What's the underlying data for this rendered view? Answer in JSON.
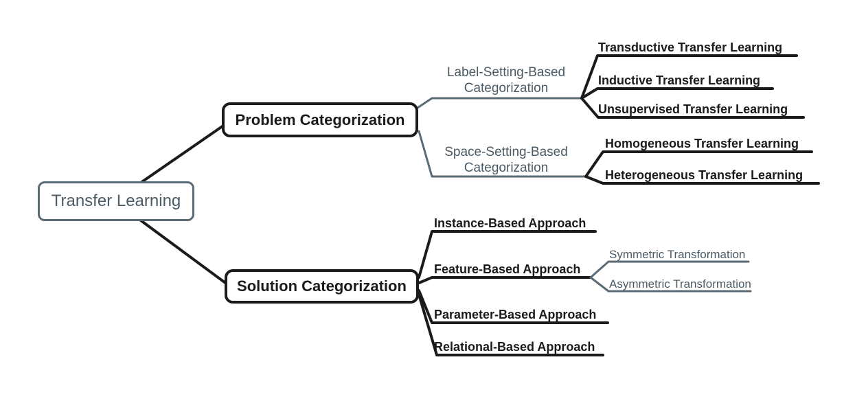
{
  "diagram_title": "Transfer Learning taxonomy mind map",
  "colors": {
    "ink": "#1b1b1b",
    "slate": "#5b6b76",
    "slate_text": "#4b5a64",
    "background": "#ffffff"
  },
  "tree": {
    "label": "Transfer Learning",
    "children": [
      {
        "label": "Problem Categorization",
        "children": [
          {
            "label": "Label-Setting-Based Categorization",
            "children": [
              {
                "label": "Transductive Transfer Learning"
              },
              {
                "label": "Inductive Transfer Learning"
              },
              {
                "label": "Unsupervised Transfer Learning"
              }
            ]
          },
          {
            "label": "Space-Setting-Based Categorization",
            "children": [
              {
                "label": "Homogeneous Transfer Learning"
              },
              {
                "label": "Heterogeneous Transfer Learning"
              }
            ]
          }
        ]
      },
      {
        "label": "Solution Categorization",
        "children": [
          {
            "label": "Instance-Based Approach"
          },
          {
            "label": "Feature-Based Approach",
            "children": [
              {
                "label": "Symmetric Transformation"
              },
              {
                "label": "Asymmetric Transformation"
              }
            ]
          },
          {
            "label": "Parameter-Based Approach"
          },
          {
            "label": "Relational-Based Approach"
          }
        ]
      }
    ]
  }
}
